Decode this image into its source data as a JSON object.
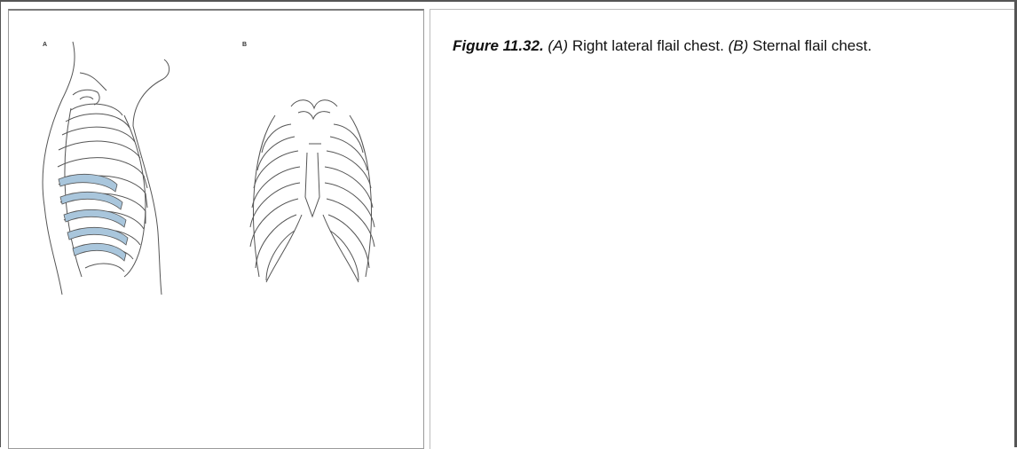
{
  "figure": {
    "panel_a_letter": "A",
    "panel_b_letter": "B",
    "rib_highlight_color": "#a9c6dc",
    "line_color": "#555555"
  },
  "caption": {
    "label": "Figure 11.32.",
    "part_a_marker": "(A)",
    "part_a_text": "Right lateral flail chest.",
    "part_b_marker": "(B)",
    "part_b_text": "Sternal flail chest."
  }
}
